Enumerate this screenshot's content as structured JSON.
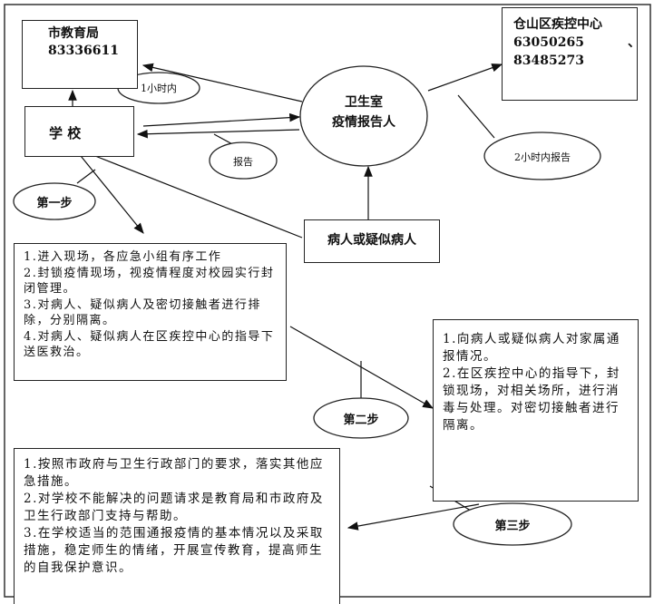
{
  "nodes": {
    "education_bureau": {
      "name": "市教育局",
      "phone": "83336611"
    },
    "cdc": {
      "name": "仓山区疾控中心",
      "phone1": "63050265",
      "sep": "、",
      "phone2": "83485273"
    },
    "school": "学 校",
    "clinic": {
      "line1": "卫生室",
      "line2": "疫情报告人"
    },
    "patient": "病人或疑似病人"
  },
  "labels": {
    "within_1h": "1小时内",
    "report": "报告",
    "within_2h": "2小时内报告",
    "step1": "第一步",
    "step2": "第二步",
    "step3": "第三步"
  },
  "step1_items": [
    "1.进入现场，各应急小组有序工作",
    "2.封锁疫情现场，视疫情程度对校园实行封闭管理。",
    "3.对病人、疑似病人及密切接触者进行排除，分别隔离。",
    "4.对病人、疑似病人在区疾控中心的指导下送医救治。"
  ],
  "step2_items": [
    "1.向病人或疑似病人对家属通报情况。",
    "2.在区疾控中心的指导下，封锁现场，对相关场所，进行消毒与处理。对密切接触者进行隔离。"
  ],
  "step3_items": [
    "1.按照市政府与卫生行政部门的要求，落实其他应急措施。",
    "2.对学校不能解决的问题请求是教育局和市政府及卫生行政部门支持与帮助。",
    "3.在学校适当的范围通报疫情的基本情况以及采取措施，稳定师生的情绪，开展宣传教育，提高师生的自我保护意识。"
  ]
}
